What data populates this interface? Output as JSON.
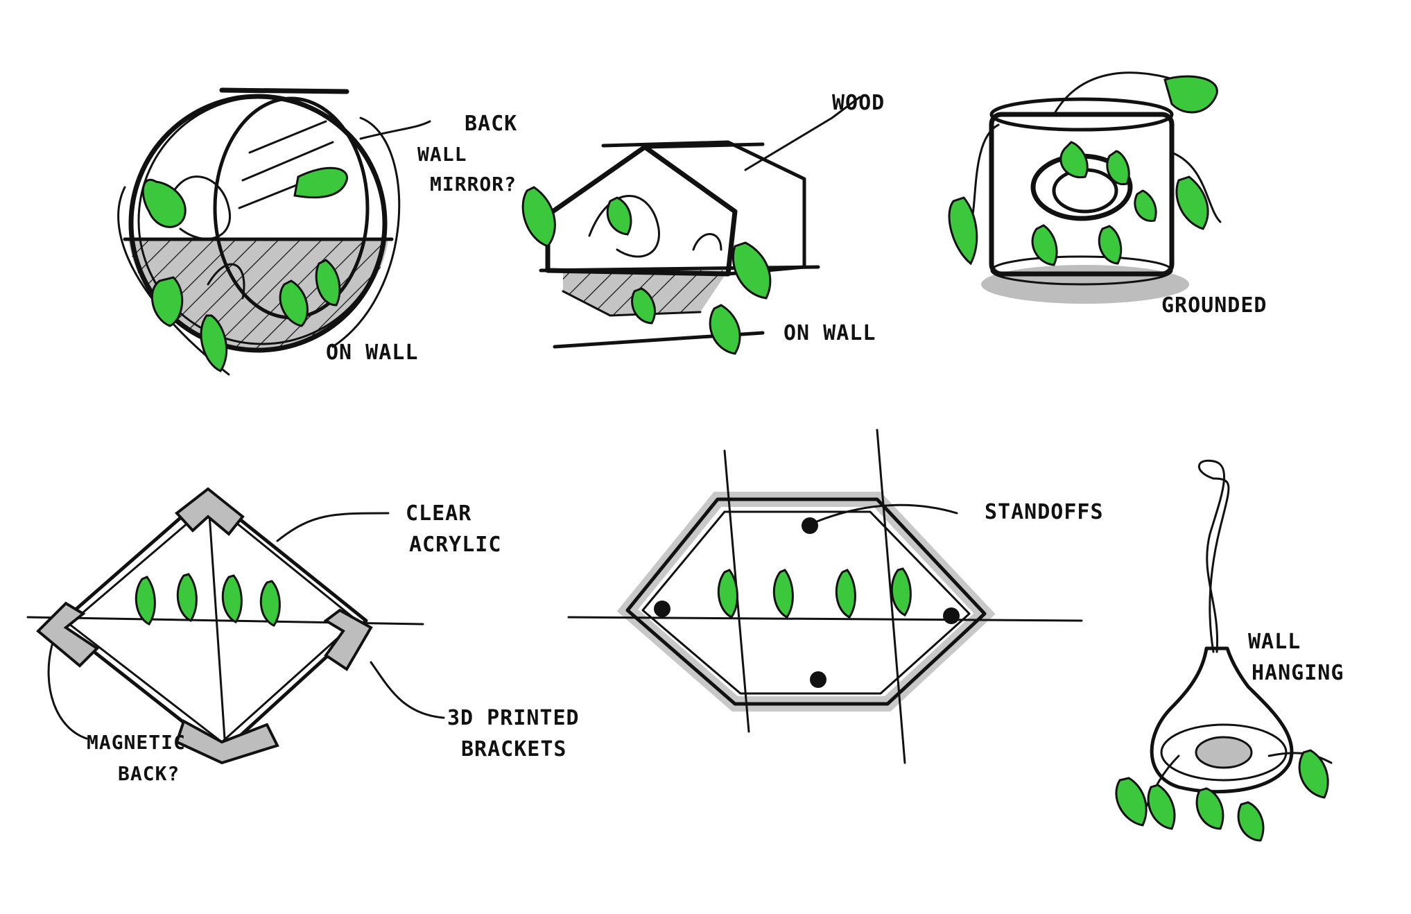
{
  "colors": {
    "ink": "#111111",
    "leaf": "#3cc83c",
    "shade": "#bdbdbd",
    "paper": "#ffffff"
  },
  "sketches": {
    "round_planter": {
      "label_back_wall_mirror": [
        "BACK",
        "WALL",
        "MIRROR?"
      ],
      "label_on_wall": "ON WALL"
    },
    "house_planter": {
      "label_wood": "WOOD",
      "label_on_wall": "ON WALL"
    },
    "cylinder_planter": {
      "label_grounded": "GROUNDED"
    },
    "diamond_frame": {
      "label_clear_acrylic": [
        "CLEAR",
        "ACRYLIC"
      ],
      "label_printed_brackets": [
        "3D PRINTED",
        "BRACKETS"
      ],
      "label_magnetic_back": [
        "MAGNETIC",
        "BACK?"
      ]
    },
    "hexagon_frame": {
      "label_standoffs": "STANDOFFS"
    },
    "hanging_bulb": {
      "label_wall_hanging": [
        "WALL",
        "HANGING"
      ]
    }
  }
}
